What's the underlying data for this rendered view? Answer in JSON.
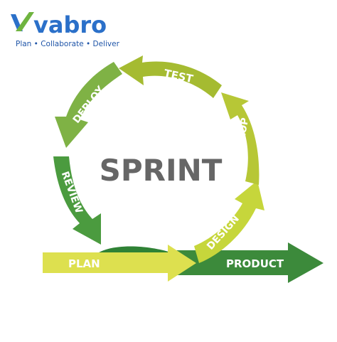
{
  "brand": {
    "name": "vabro",
    "tagline": "Plan • Collaborate • Deliver",
    "colors": {
      "primary": "#2b70c9",
      "accent": "#1f55a8",
      "check": "#6fb43f"
    }
  },
  "diagram": {
    "center_label": "SPRINT",
    "stages": {
      "plan": "PLAN",
      "design": "DESIGN",
      "develop": "DEVELOP",
      "test": "TEST",
      "deploy": "DEPLOY",
      "review": "REVIEW"
    },
    "output_label": "PRODUCT",
    "colors": {
      "plan": "#dde04f",
      "design": "#c6d63b",
      "develop": "#b7c736",
      "test": "#a5bb31",
      "deploy": "#7fb245",
      "review": "#4b9b3f",
      "product": "#3c8a3b",
      "cycle_bottom": "#2f8235",
      "center_text": "#666666"
    }
  }
}
